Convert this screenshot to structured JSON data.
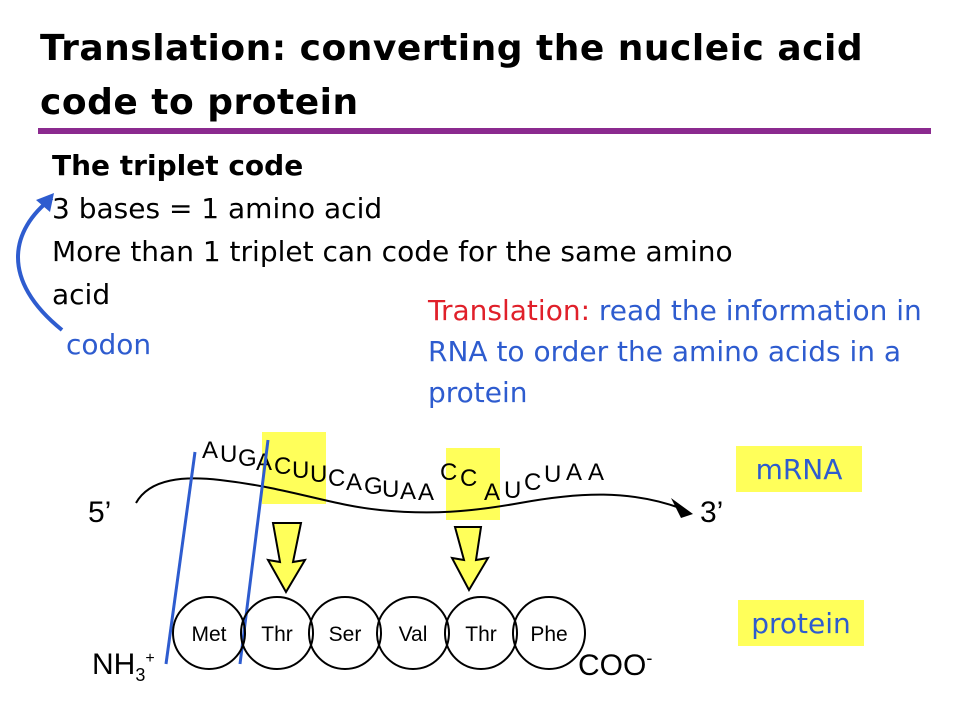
{
  "title": "Translation: converting the nucleic acid code to protein",
  "body": {
    "heading": "The triplet code",
    "line1": "3 bases = 1 amino acid",
    "line2": "More than 1 triplet can code for the same amino",
    "line3": "acid"
  },
  "codon_label": "codon",
  "translation_note": {
    "term": "Translation:",
    "text": "read the information in RNA to order the amino acids in a protein"
  },
  "mrna": {
    "bases": [
      "A",
      "U",
      "G",
      "A",
      "C",
      "U",
      "U",
      "C",
      "A",
      "G",
      "U",
      "A",
      "A",
      "C",
      "C",
      "A",
      "U",
      "C",
      "U",
      "A",
      "A"
    ],
    "five_prime": "5’",
    "three_prime": "3’",
    "label": "mRNA"
  },
  "protein": {
    "amino_acids": [
      "Met",
      "Thr",
      "Ser",
      "Val",
      "Thr",
      "Phe"
    ],
    "n_terminus": "NH",
    "n_subscript": "3",
    "n_superscript": "+",
    "c_terminus": "COO",
    "c_superscript": "-",
    "label": "protein"
  },
  "colors": {
    "accent_purple": "#8b2a8f",
    "blue": "#2e5ccf",
    "red": "#e0202a",
    "highlight_yellow": "#ffff5a"
  }
}
